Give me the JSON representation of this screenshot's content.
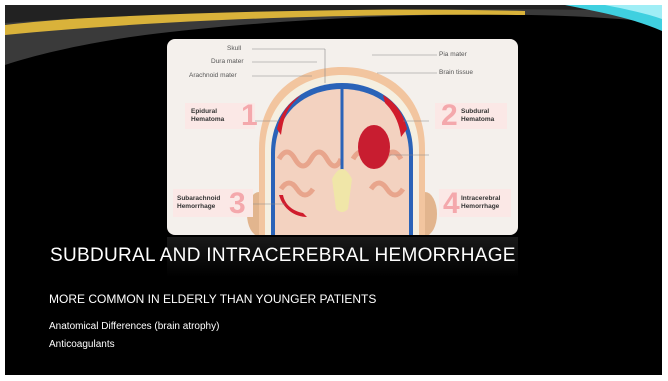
{
  "slide": {
    "title": "SUBDURAL AND INTRACEREBRAL HEMORRHAGE",
    "subtitle": "MORE COMMON IN ELDERLY THAN YOUNGER PATIENTS",
    "bullets": [
      "Anatomical Differences (brain atrophy)",
      "Anticoagulants"
    ]
  },
  "figure": {
    "anatomy_labels": {
      "skull": "Skull",
      "dura": "Dura mater",
      "arachnoid": "Arachnoid mater",
      "pia": "Pia mater",
      "brain": "Brain tissue"
    },
    "types": [
      {
        "num": "1",
        "label": "Epidural\nHematoma"
      },
      {
        "num": "2",
        "label": "Subdural\nHematoma"
      },
      {
        "num": "3",
        "label": "Subarachnoid\nHemorrhage"
      },
      {
        "num": "4",
        "label": "Intracerebral\nHemorrhage"
      }
    ]
  },
  "colors": {
    "background": "#000000",
    "accent_teal": "#3fd0e0",
    "blood": "#d01c2c",
    "number_pink": "#f4a8ac"
  }
}
